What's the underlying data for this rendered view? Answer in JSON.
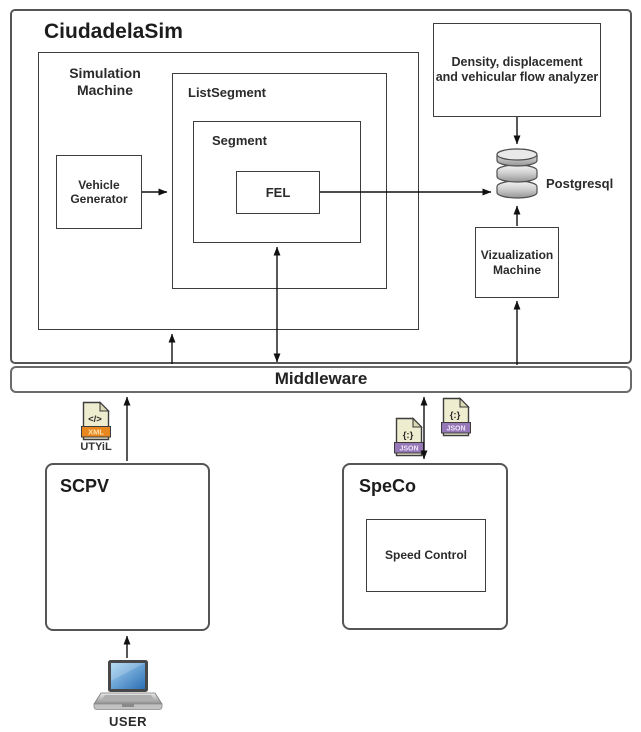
{
  "boxes": {
    "ciudadela_sim": "CiudadelaSim",
    "simulation_machine": "Simulation\nMachine",
    "vehicle_generator": "Vehicle\nGenerator",
    "list_segment": "ListSegment",
    "segment": "Segment",
    "fel": "FEL",
    "analyzer": "Density, displacement\nand vehicular flow analyzer",
    "visualization_machine": "Vizualization\nMachine",
    "middleware": "Middleware",
    "scpv": "SCPV",
    "speco": "SpeCo",
    "speed_control": "Speed Control"
  },
  "database": {
    "label": "Postgresql"
  },
  "files": {
    "xml": {
      "symbol": "</>",
      "badge": "XML",
      "caption": "UTYiL"
    },
    "json": {
      "symbol": "{:}",
      "badge": "JSON"
    }
  },
  "user": {
    "label": "USER"
  },
  "colors": {
    "xml_badge": "#e8871e",
    "json_badge": "#9678b8",
    "file_body": "#efedcf",
    "laptop_screen": "#3e87c9",
    "box_border": "#3d3d3d",
    "outer_border": "#555555",
    "arrow": "#111111"
  }
}
